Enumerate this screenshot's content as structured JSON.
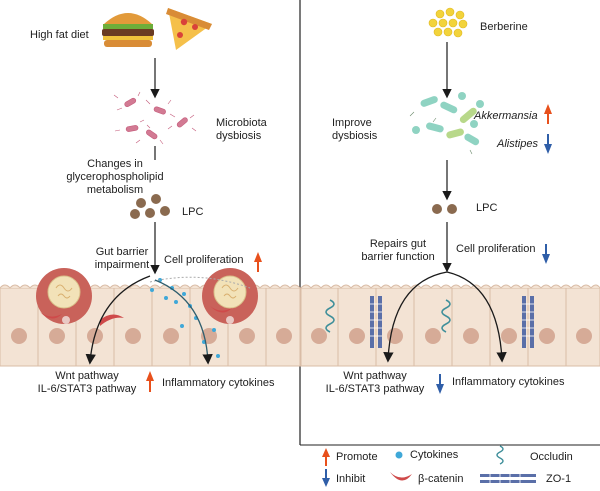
{
  "left": {
    "diet": "High fat diet",
    "microbiota": [
      "Microbiota",
      "dysbiosis"
    ],
    "changes": [
      "Changes in",
      "glycerophospholipid",
      "metabolism"
    ],
    "lpc": "LPC",
    "gut": [
      "Gut barrier",
      "impairment"
    ],
    "proliferation": "Cell proliferation",
    "pathway": [
      "Wnt pathway",
      "IL-6/STAT3 pathway"
    ],
    "cytokines": "Inflammatory cytokines"
  },
  "right": {
    "berberine": "Berberine",
    "improve": [
      "Improve",
      "dysbiosis"
    ],
    "akkermansia": "Akkermansia",
    "alistipes": "Alistipes",
    "lpc": "LPC",
    "repairs": [
      "Repairs gut",
      "barrier function"
    ],
    "proliferation": "Cell proliferation",
    "pathway": [
      "Wnt pathway",
      "IL-6/STAT3 pathway"
    ],
    "cytokines": "Inflammatory cytokines"
  },
  "legend": {
    "promote": "Promote",
    "inhibit": "Inhibit",
    "cytokines": "Cytokines",
    "beta_catenin": "β-catenin",
    "occludin": "Occludin",
    "zo1": "ZO-1"
  },
  "colors": {
    "promote": "#e8501c",
    "inhibit": "#2f5ea8",
    "cytokine": "#3fa8d8",
    "cell": "#f3e3d4",
    "nucleus": "#d6ab97",
    "tumor": "#c9625a",
    "beta_catenin": "#cf4a4a",
    "occludin": "#3f8f9a",
    "zo1": "#5a6fa8",
    "lpc": "#8a6a4f",
    "berberine": "#f2d33b"
  }
}
